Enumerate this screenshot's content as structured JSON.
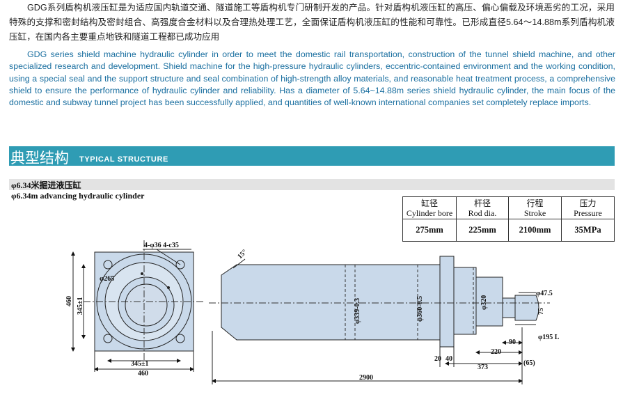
{
  "intro": {
    "cn": "GDG系列盾构机液压缸是为适应国内轨道交通、隧道施工等盾构机专门研制开发的产品。针对盾构机液压缸的高压、偏心偏载及环境恶劣的工况，采用特殊的支撑和密封结构及密封组合、高强度合金材料以及合理热处理工艺，全面保证盾构机液压缸的性能和可靠性。已形成直径5.64～14.88m系列盾构机液压缸，在国内各主要重点地铁和隧道工程都已成功应用",
    "en": "GDG series shield machine hydraulic cylinder in order to meet the domestic rail transportation, construction of the tunnel shield machine, and other specialized research and development. Shield machine for the high-pressure hydraulic cylinders, eccentric-contained environment and the working condition, using a special seal and the support structure and seal combination of high-strength alloy materials, and reasonable heat treatment process, a comprehensive shield to ensure the performance of hydraulic cylinder and reliability. Has a diameter of 5.64~14.88m series shield hydraulic cylinder, the main focus of the domestic and subway tunnel project has been successfully applied, and quantities of well-known international companies set completely replace imports."
  },
  "section": {
    "title_cn": "典型结构",
    "title_en": "TYPICAL STRUCTURE",
    "color": "#2f9cb4"
  },
  "product": {
    "title_cn": "φ6.34米掘进液压缸",
    "title_en": "φ6.34m advancing hydraulic cylinder"
  },
  "spec_table": {
    "headers": [
      {
        "cn": "缸径",
        "en": "Cylinder bore"
      },
      {
        "cn": "杆径",
        "en": "Rod dia."
      },
      {
        "cn": "行程",
        "en": "Stroke"
      },
      {
        "cn": "压力",
        "en": "Pressure"
      }
    ],
    "values": [
      "275mm",
      "225mm",
      "2100mm",
      "35MPa"
    ]
  },
  "drawing": {
    "fill_color": "#c9d9ea",
    "labels": {
      "holes": "4-φ36 4-c35",
      "bore_circle": "φ265",
      "height_outer": "460",
      "height_inner": "345±1",
      "width_inner": "345±1",
      "width_outer": "460",
      "chamfer": "15°",
      "body_dia": "φ339-0.3",
      "flange_dia": "φ360-0.5",
      "gland_dia": "φ320",
      "rod_end_dia": "φ47.5",
      "rod_end_len": "75",
      "rod_tip_dia": "φ195 L",
      "dim_90": "90",
      "dim_220": "220",
      "dim_20": "20",
      "dim_40": "40",
      "dim_373": "373",
      "dim_r": "(65)",
      "total_len": "2900"
    }
  }
}
